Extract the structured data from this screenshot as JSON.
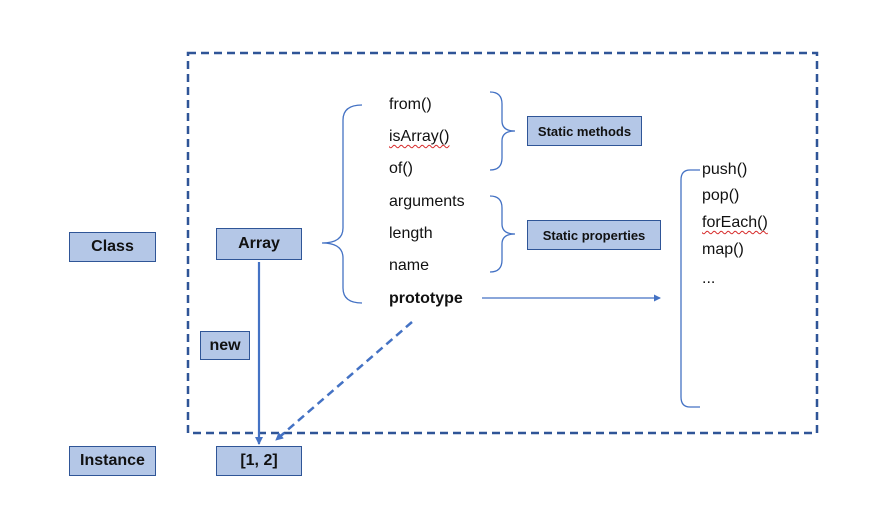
{
  "labels": {
    "class": "Class",
    "instance": "Instance",
    "new": "new"
  },
  "array_box": "Array",
  "instance_box": "[1, 2]",
  "static_methods": {
    "label": "Static methods",
    "items": [
      "from()",
      "isArray()",
      "of()"
    ]
  },
  "static_properties": {
    "label": "Static properties",
    "items": [
      "arguments",
      "length",
      "name"
    ]
  },
  "prototype_label": "prototype",
  "prototype_methods": [
    "push()",
    "pop()",
    "forEach()",
    "map()",
    "..."
  ],
  "colors": {
    "box_fill": "#b4c7e7",
    "box_border": "#2f5597",
    "line": "#4472c4",
    "dashed_frame": "#2f5597",
    "spellcheck_underline": "#d62828"
  }
}
